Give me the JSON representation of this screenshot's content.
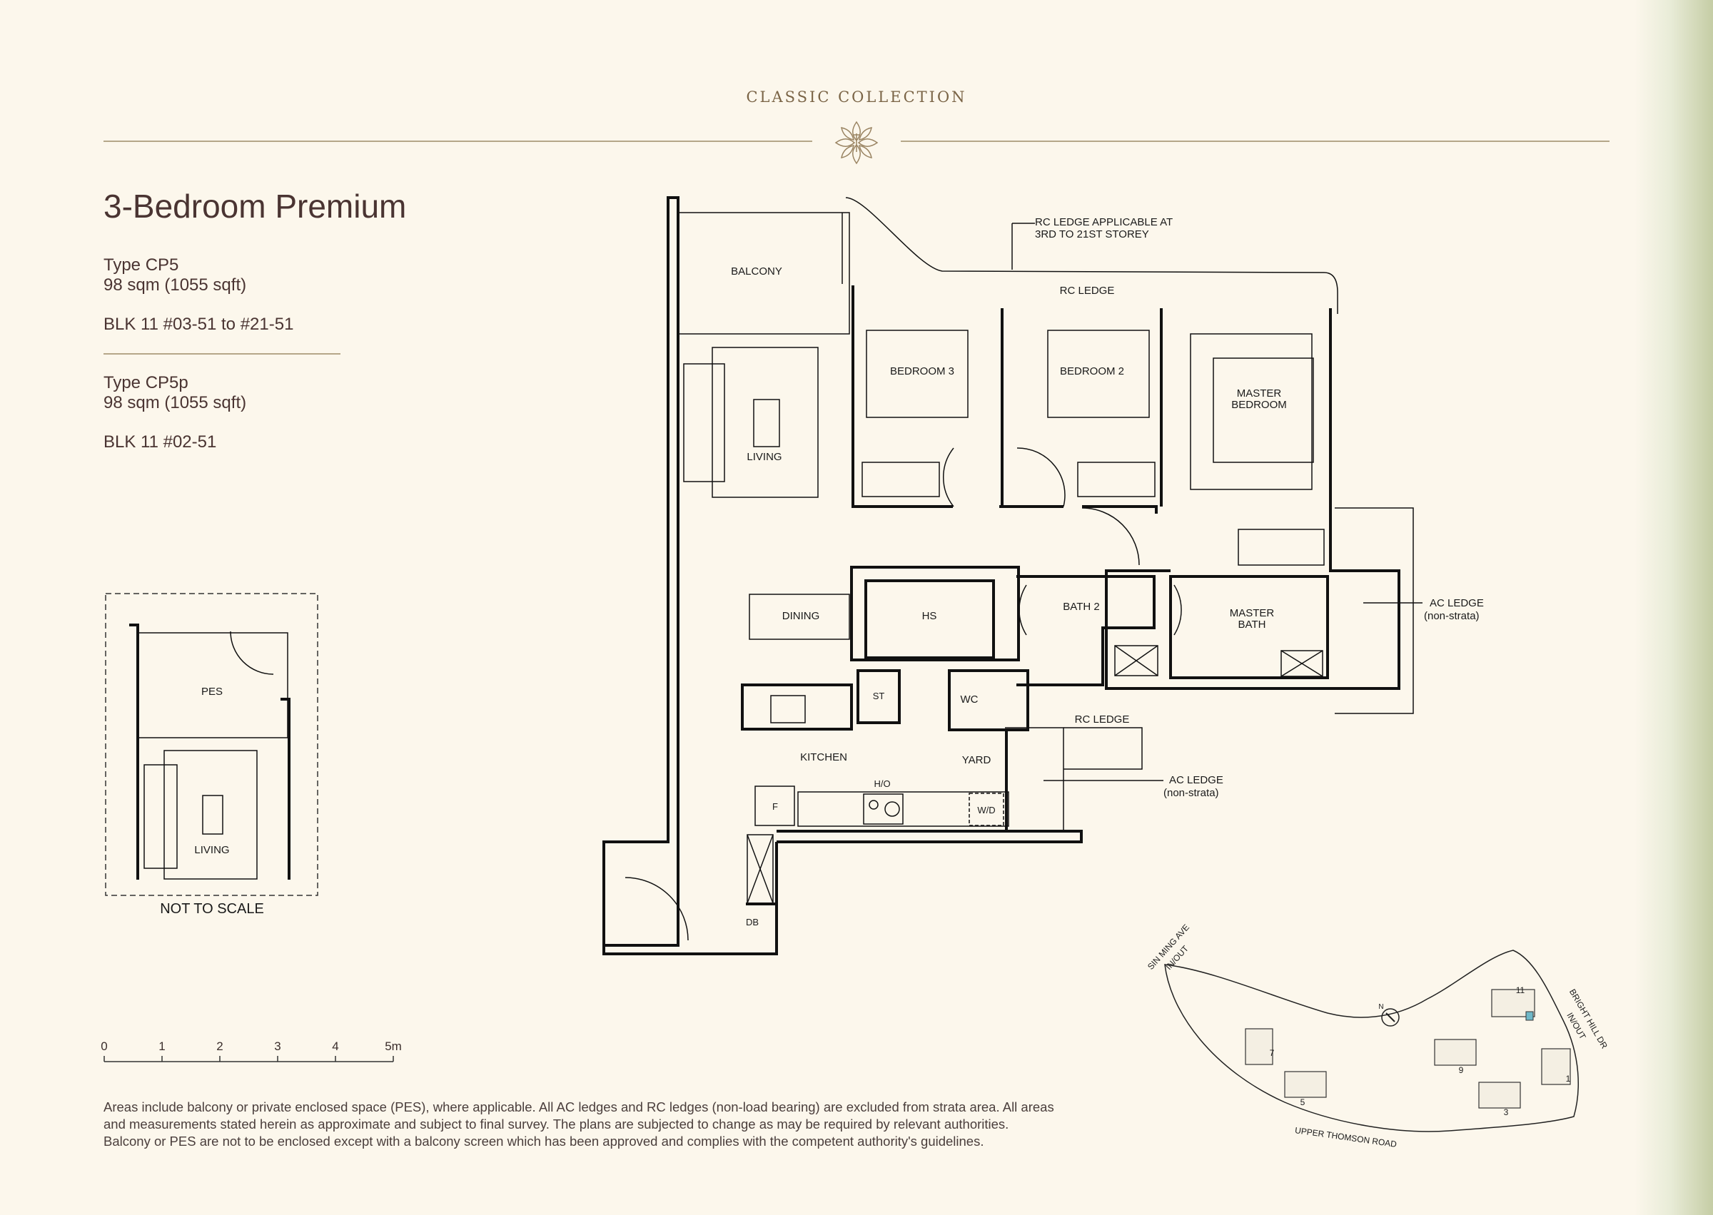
{
  "header": {
    "brand": "CLASSIC COLLECTION"
  },
  "unit": {
    "title": "3-Bedroom Premium",
    "type_a": "Type CP5",
    "type_a_area": "98 sqm (1055 sqft)",
    "type_a_units": "BLK 11 #03-51 to #21-51",
    "type_b": "Type CP5p",
    "type_b_area": "98 sqm (1055 sqft)",
    "type_b_units": "BLK 11 #02-51"
  },
  "plan_labels": {
    "balcony": "BALCONY",
    "living": "LIVING",
    "bedroom3": "BEDROOM 3",
    "bedroom2": "BEDROOM 2",
    "master_line1": "MASTER",
    "master_line2": "BEDROOM",
    "rc_ledge_top": "RC LEDGE",
    "rc_note_line1": "RC LEDGE APPLICABLE AT",
    "rc_note_line2": "3RD TO 21ST STOREY",
    "dining": "DINING",
    "hs": "HS",
    "bath2": "BATH 2",
    "master_bath_line1": "MASTER",
    "master_bath_line2": "BATH",
    "ac_ledge_right_line1": "AC LEDGE",
    "ac_ledge_right_line2": "(non-strata)",
    "st": "ST",
    "wc": "WC",
    "rc_ledge_mid": "RC LEDGE",
    "kitchen": "KITCHEN",
    "yard": "YARD",
    "ho": "H/O",
    "f": "F",
    "wd": "W/D",
    "ac_ledge_mid_line1": "AC LEDGE",
    "ac_ledge_mid_line2": "(non-strata)",
    "db": "DB"
  },
  "inset": {
    "pes": "PES",
    "living": "LIVING",
    "caption": "NOT TO SCALE"
  },
  "scale_bar": {
    "ticks": [
      "0",
      "1",
      "2",
      "3",
      "4",
      "5m"
    ]
  },
  "site_plan": {
    "sin_ming_line1": "SIN MING AVE",
    "sin_ming_line2": "IN/OUT",
    "bright_hill_line1": "BRIGHT HILL DR",
    "bright_hill_line2": "IN/OUT",
    "upper_thomson": "UPPER THOMSON ROAD",
    "north": "N",
    "blocks": [
      "11",
      "7",
      "9",
      "5",
      "3",
      "1"
    ],
    "highlight_color": "#6fb8c8"
  },
  "disclaimer": {
    "line1": "Areas include balcony or private enclosed space (PES), where applicable. All AC ledges and RC ledges (non-load bearing) are excluded from strata area. All areas",
    "line2": "and measurements stated herein as approximate and subject to final survey. The plans are subjected to change as may be required by relevant authorities.",
    "line3": "Balcony or PES are not to be enclosed except with a balcony screen which has been approved and complies with the competent authority's guidelines."
  }
}
